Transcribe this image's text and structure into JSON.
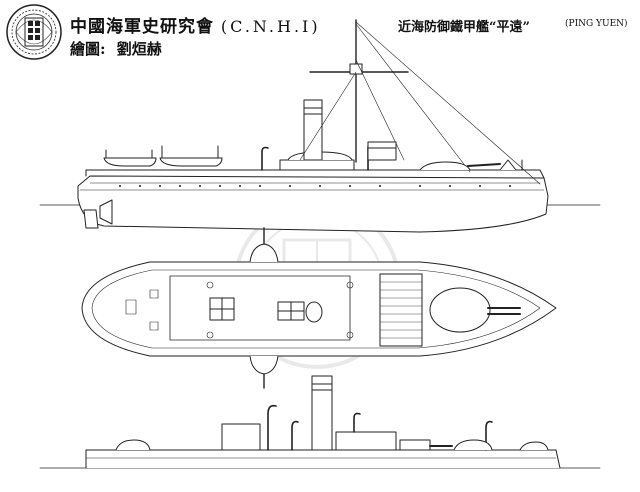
{
  "header": {
    "organization_zh": "中國海軍史研究會",
    "organization_en": "(C.N.H.I)",
    "credit_label": "繪圖:",
    "credit_name": "劉烜赫",
    "ship_title_zh": "近海防御鐵甲艦“平遠”",
    "ship_title_en": "(PING YUEN)"
  },
  "seal": {
    "lettering": "中國海軍史研究會"
  },
  "colors": {
    "line": "#222222",
    "background": "#ffffff",
    "watermark": "#888888"
  }
}
